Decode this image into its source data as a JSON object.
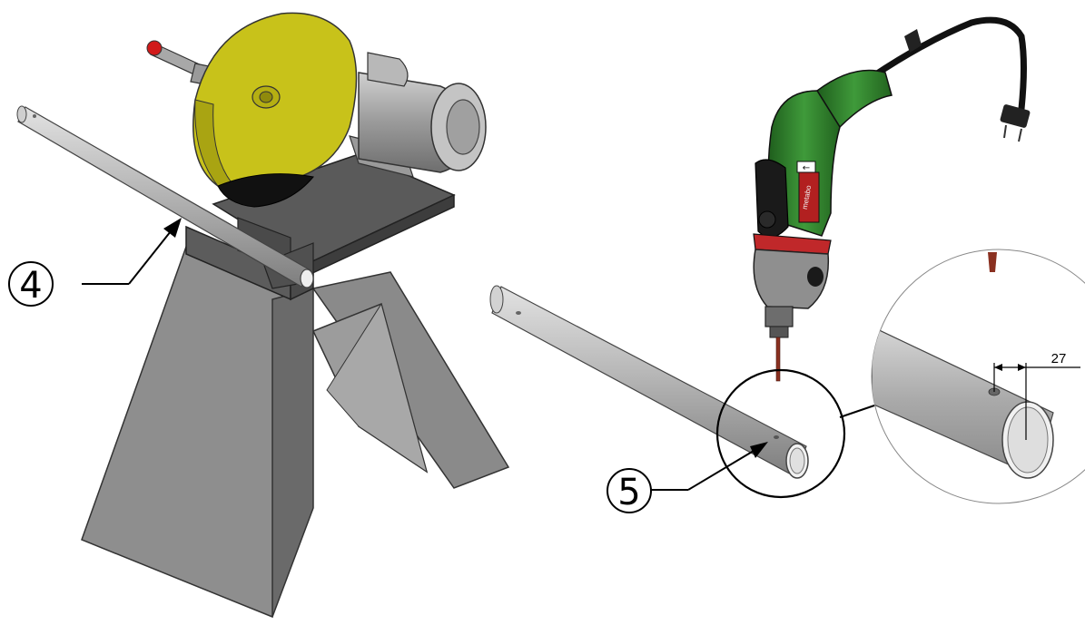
{
  "figure": {
    "left_step": {
      "callout_number": "4",
      "machine": "abrasive-cutoff-saw",
      "workpiece": "round-tube"
    },
    "right_step": {
      "callout_number": "5",
      "tool": "electric-drill",
      "workpiece": "round-tube",
      "detail_view": {
        "dimension_value": "27"
      }
    },
    "drill_brand_text": "metabo"
  },
  "colors": {
    "blade": "#c8c21a",
    "frame": "#7a7a7a",
    "tube": "#b4b4b4",
    "drill_body": "#2f7a2c",
    "drill_band": "#c0282a",
    "handle_tip": "#d11a1a"
  }
}
